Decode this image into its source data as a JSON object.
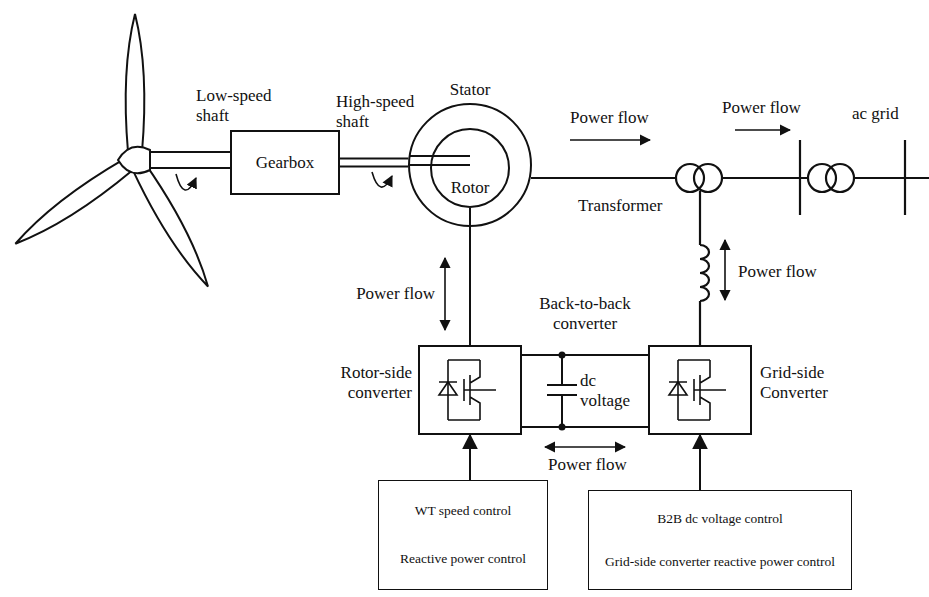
{
  "diagram": {
    "nodes": [
      {
        "text": [
          "Gearbox"
        ]
      },
      {
        "text": [
          "Stator"
        ]
      },
      {
        "text": [
          "Rotor"
        ],
        "in": 1
      },
      {
        "text": [
          "Rotor-side converter"
        ]
      },
      {
        "text": [
          "Grid-side Converter"
        ]
      },
      {
        "text": [
          "WT speed control",
          "Reactive power control"
        ]
      },
      {
        "text": [
          "B2B dc voltage control",
          "Grid-side converter reactive power control"
        ]
      }
    ],
    "edges": [
      {
        "from": 0,
        "to": 1,
        "arrow": "none"
      },
      {
        "from": 2,
        "to": 3,
        "arrow": "none"
      },
      {
        "from": 3,
        "to": 4,
        "arrow": "none"
      },
      {
        "from": 5,
        "to": 3,
        "arrow": "to"
      },
      {
        "from": 6,
        "to": 4,
        "arrow": "to"
      }
    ],
    "labels": [
      "Low-speed shaft",
      "High-speed shaft",
      "Power flow",
      "Power flow",
      "ac grid",
      "Transformer",
      "Power flow",
      "Back-to-back converter",
      "dc voltage",
      "Power flow",
      "Power flow"
    ]
  }
}
